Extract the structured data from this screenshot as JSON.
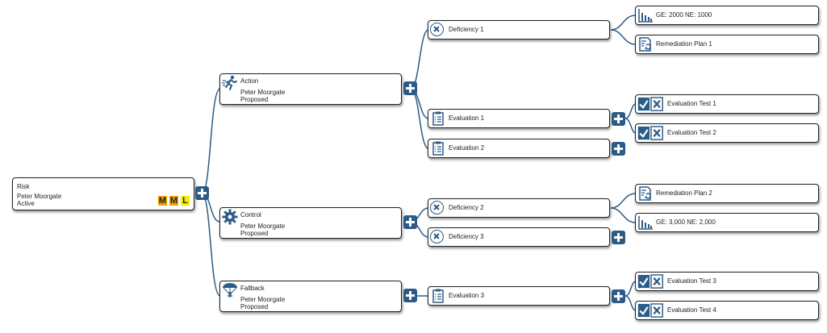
{
  "risk": {
    "title": "Risk",
    "owner": "Peter Moorgate",
    "status": "Active",
    "badges": [
      "M",
      "M",
      "L"
    ]
  },
  "action": {
    "title": "Action",
    "owner": "Peter Moorgate",
    "status": "Proposed",
    "icon": "running-person-icon"
  },
  "control": {
    "title": "Control",
    "owner": "Peter Moorgate",
    "status": "Proposed",
    "icon": "gear-icon"
  },
  "fallback": {
    "title": "Fallback",
    "owner": "Peter Moorgate",
    "status": "Proposed",
    "icon": "parachute-icon"
  },
  "deficiency1": {
    "label": "Deficiency 1",
    "icon": "deficiency-x-icon"
  },
  "deficiency2": {
    "label": "Deficiency 2",
    "icon": "deficiency-x-icon"
  },
  "deficiency3": {
    "label": "Deficiency 3",
    "icon": "deficiency-x-icon"
  },
  "evaluation1": {
    "label": "Evaluation 1",
    "icon": "clipboard-icon"
  },
  "evaluation2": {
    "label": "Evaluation 2",
    "icon": "clipboard-icon"
  },
  "evaluation3": {
    "label": "Evaluation 3",
    "icon": "clipboard-icon"
  },
  "ge1": {
    "label": "GE: 2000 NE: 1000",
    "icon": "bar-chart-icon"
  },
  "ge2": {
    "label": "GE: 3,000 NE: 2,000",
    "icon": "bar-chart-icon"
  },
  "remediation1": {
    "label": "Remediation Plan 1",
    "icon": "remediation-icon"
  },
  "remediation2": {
    "label": "Remediation Plan 2",
    "icon": "remediation-icon"
  },
  "test1": {
    "label": "Evaluation Test 1",
    "icon": "check-x-icon"
  },
  "test2": {
    "label": "Evaluation Test 2",
    "icon": "check-x-icon"
  },
  "test3": {
    "label": "Evaluation Test 3",
    "icon": "check-x-icon"
  },
  "test4": {
    "label": "Evaluation Test 4",
    "icon": "check-x-icon"
  },
  "colors": {
    "link": "#2d5b87",
    "icon": "#2d5b87",
    "badge_m": "#f0a000",
    "badge_l": "#f6ee00"
  }
}
